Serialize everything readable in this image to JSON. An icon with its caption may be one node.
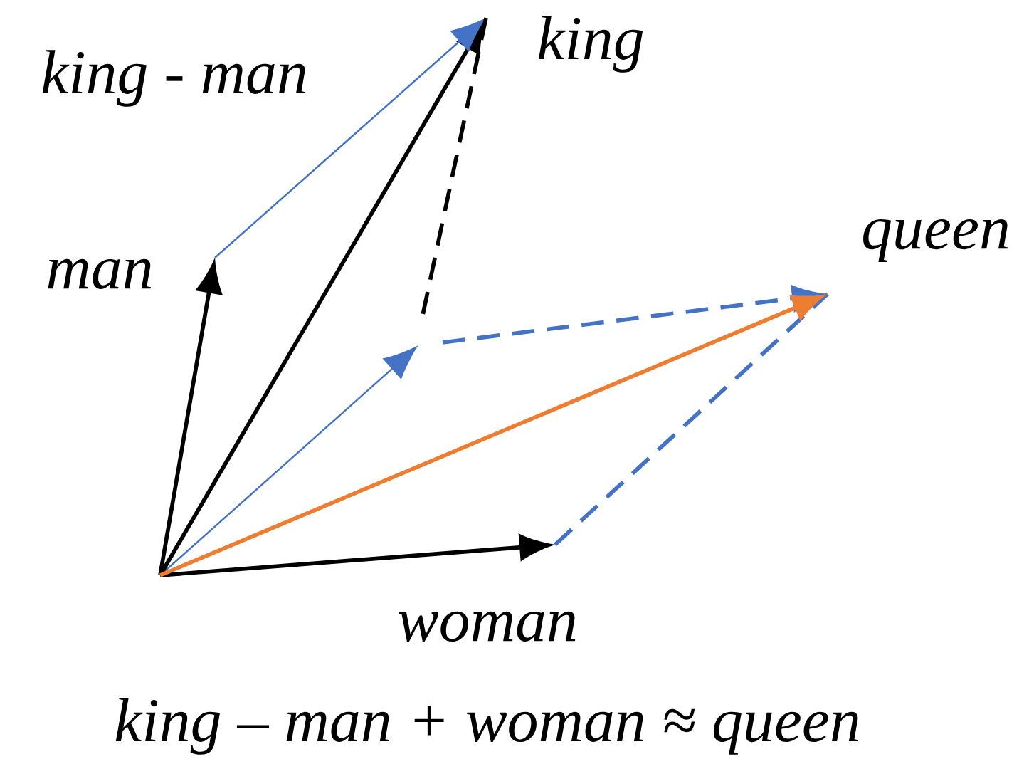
{
  "diagram": {
    "caption": "king – man + woman ≈ queen",
    "nodes": [
      {
        "text": [],
        "shape": "point",
        "beside": [
          "man"
        ]
      },
      {
        "text": [],
        "shape": "point",
        "beside": [
          "king"
        ]
      },
      {
        "text": [],
        "shape": "point",
        "beside": [
          "woman"
        ]
      },
      {
        "text": [],
        "shape": "point",
        "beside": [
          "queen"
        ]
      }
    ],
    "edges": [
      {
        "from": null,
        "to": 0,
        "arrow": "to"
      },
      {
        "from": null,
        "to": 1,
        "arrow": "to"
      },
      {
        "from": null,
        "to": 2,
        "arrow": "to"
      },
      {
        "from": 0,
        "to": 1,
        "arrow": "to",
        "color": "#4472c4",
        "label": "king - man"
      },
      {
        "from": 1,
        "to": null,
        "arrow": "none",
        "style": "dashed"
      },
      {
        "from": null,
        "to": 3,
        "arrow": "to",
        "style": "dashed",
        "color": "#4472c4"
      },
      {
        "from": 2,
        "to": 3,
        "arrow": "none",
        "style": "dashed",
        "color": "#4472c4"
      },
      {
        "from": null,
        "to": 3,
        "arrow": "to",
        "color": "#ed7d31"
      }
    ]
  }
}
